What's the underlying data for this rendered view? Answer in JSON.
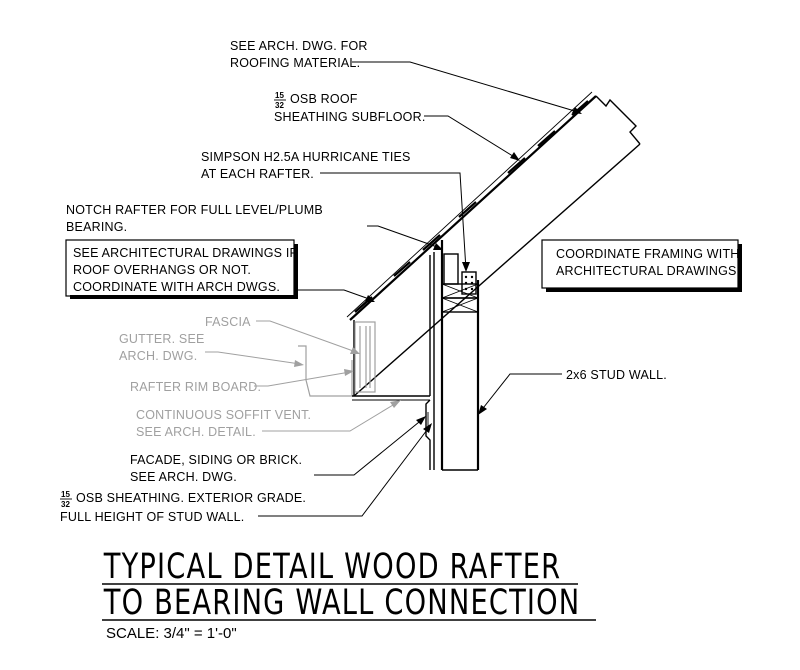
{
  "notes": {
    "roofing_1": "SEE ARCH. DWG. FOR",
    "roofing_2": "ROOFING MATERIAL.",
    "osb_roof_fraction_num": "15",
    "osb_roof_fraction_den": "32",
    "osb_roof_1": "OSB ROOF",
    "osb_roof_2": "SHEATHING SUBFLOOR.",
    "ties_1": "SIMPSON H2.5A HURRICANE TIES",
    "ties_2": "AT EACH RAFTER.",
    "notch_1": "NOTCH RAFTER FOR FULL LEVEL/PLUMB",
    "notch_2": "BEARING.",
    "overhang_1": "SEE ARCHITECTURAL DRAWINGS IF",
    "overhang_2": "ROOF OVERHANGS OR NOT.",
    "overhang_3": "COORDINATE WITH ARCH DWGS.",
    "framing_1": "COORDINATE FRAMING WITH",
    "framing_2": "ARCHITECTURAL DRAWINGS.",
    "fascia": "FASCIA",
    "gutter_1": "GUTTER. SEE",
    "gutter_2": "ARCH. DWG.",
    "rim_board": "RAFTER RIM BOARD.",
    "soffit_1": "CONTINUOUS SOFFIT VENT.",
    "soffit_2": "SEE ARCH. DETAIL.",
    "stud_wall": "2x6 STUD WALL.",
    "facade_1": "FACADE, SIDING OR BRICK.",
    "facade_2": "SEE ARCH. DWG.",
    "osb_wall_fraction_num": "15",
    "osb_wall_fraction_den": "32",
    "osb_wall_1": "OSB SHEATHING. EXTERIOR GRADE.",
    "osb_wall_2": "FULL HEIGHT OF STUD WALL."
  },
  "title": {
    "line_1": "TYPICAL DETAIL WOOD RAFTER",
    "line_2": "TO BEARING WALL CONNECTION",
    "scale": "SCALE: 3/4\" = 1'-0\""
  }
}
